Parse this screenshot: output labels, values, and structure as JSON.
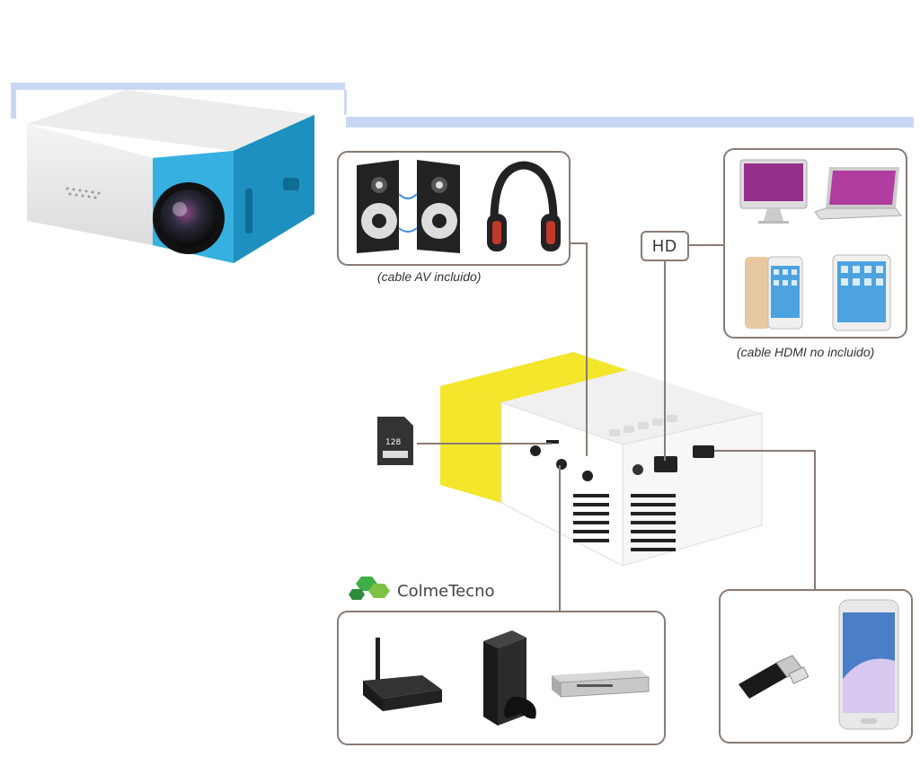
{
  "captions": {
    "av_cable": "(cable AV incluido)",
    "hdmi_cable": "(cable HDMI no incluido)"
  },
  "labels": {
    "hd_port": "HD",
    "sd_card": "128",
    "brand": "ColmeTecno"
  },
  "colors": {
    "projector_blue": "#2aa5d6",
    "projector_yellow": "#f3e62b",
    "banner_blue": "#c9d8f2",
    "panel_border": "#8a7b72",
    "brand_green": "#3fae49"
  },
  "icons": [
    "speakers-icon",
    "headphones-icon",
    "imac-icon",
    "laptop-icon",
    "iphone-icon",
    "ipad-icon",
    "tv-box-icon",
    "game-console-icon",
    "dvd-player-icon",
    "usb-drive-icon",
    "smartphone-icon",
    "sd-card-icon"
  ]
}
